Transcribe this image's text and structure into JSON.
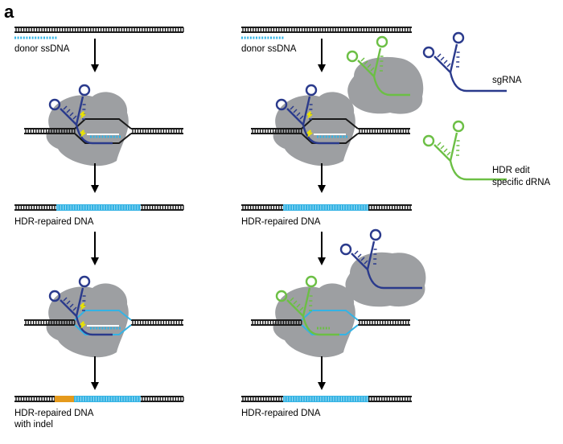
{
  "panel_label": "a",
  "labels": {
    "donor": "donor ssDNA",
    "hdr_repaired": "HDR-repaired DNA",
    "hdr_repaired_indel_line1": "HDR-repaired DNA",
    "hdr_repaired_indel_line2": "with indel"
  },
  "legend": {
    "sgrna": "sgRNA",
    "dRNA_line1": "HDR edit",
    "dRNA_line2": "specific dRNA"
  },
  "colors": {
    "dna": "#1a1a1a",
    "donor": "#34b3e4",
    "indel": "#e59a1c",
    "sgrna": "#2a3a8c",
    "drna": "#6cbf45",
    "cas9": "#9d9fa2",
    "cut_marker": "#e8e200"
  }
}
